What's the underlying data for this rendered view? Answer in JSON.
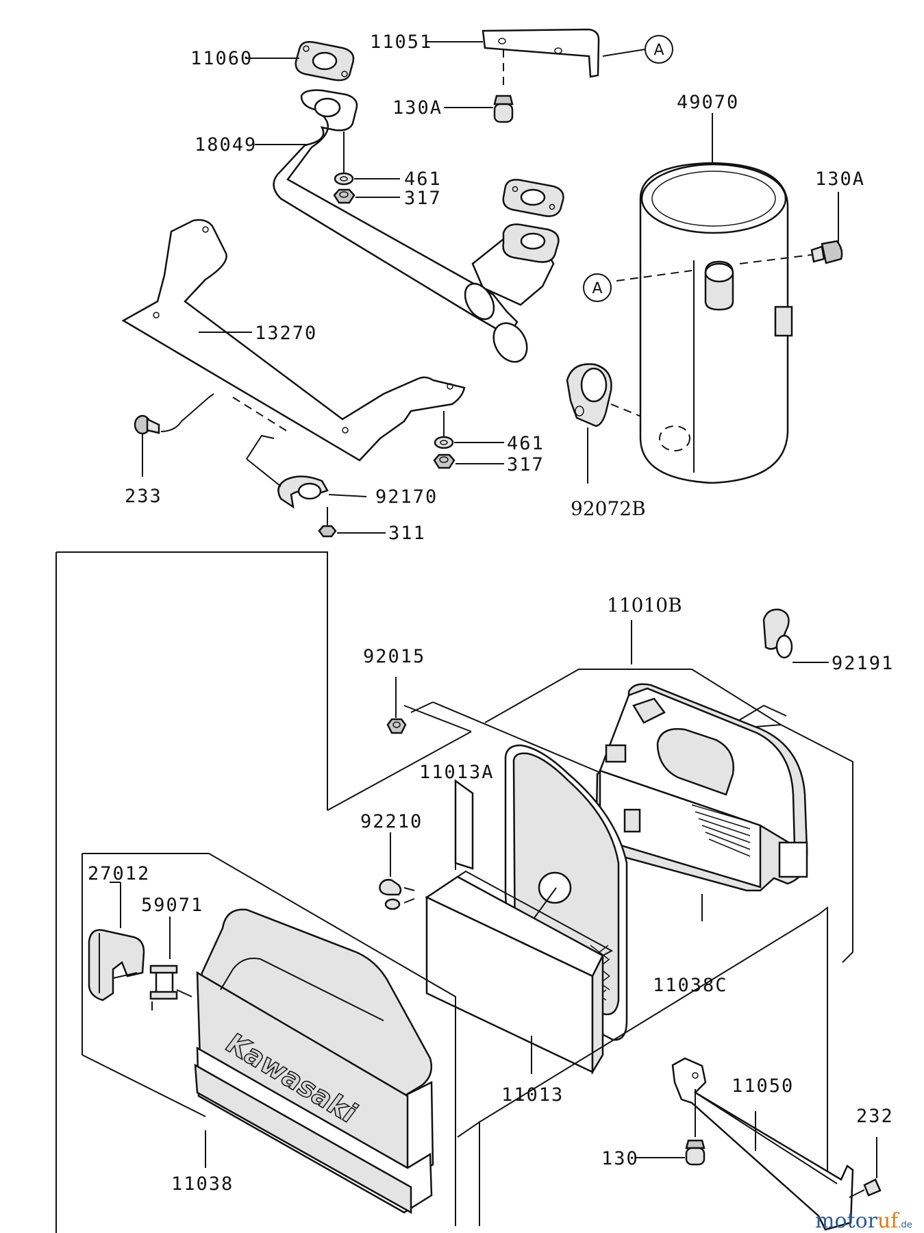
{
  "parts": {
    "p11051": "11051",
    "p11060": "11060",
    "p130A_top": "130A",
    "p49070": "49070",
    "p18049": "18049",
    "p461_top": "461",
    "p317_top": "317",
    "p130A_right": "130A",
    "p13270": "13270",
    "p461_bot": "461",
    "p317_bot": "317",
    "p233": "233",
    "p92170": "92170",
    "p92072B": "92072B",
    "p311": "311",
    "p11010B": "11010B",
    "p92015": "92015",
    "p92191": "92191",
    "p11013A": "11013A",
    "p92210": "92210",
    "p27012": "27012",
    "p59071": "59071",
    "p11038C": "11038C",
    "p11013": "11013",
    "p11050": "11050",
    "p232": "232",
    "p130": "130",
    "p11038": "11038"
  },
  "callouts": {
    "a_top": "A",
    "a_mid": "A"
  },
  "cover_brand": "Kawasaki",
  "watermark": {
    "part1": "motor",
    "part2": "uf",
    "suffix": ".de"
  }
}
